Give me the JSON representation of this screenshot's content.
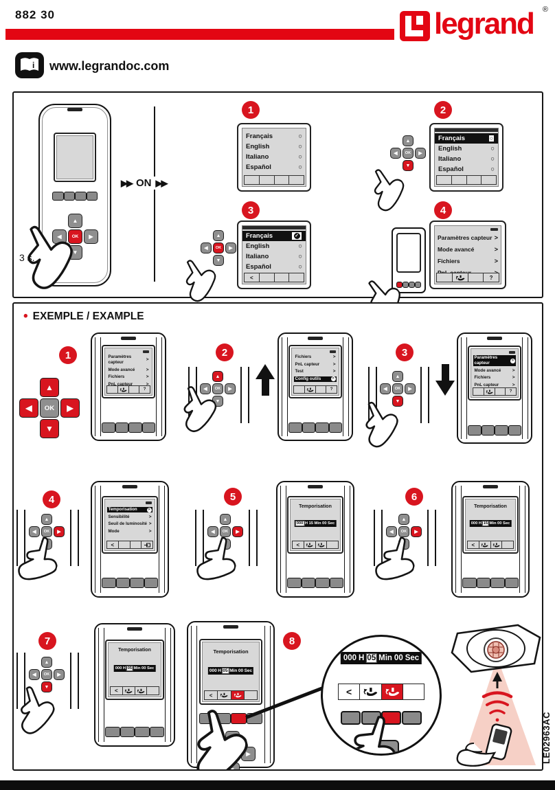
{
  "meta": {
    "product_ref": "882 30",
    "brand": "legrand",
    "registered": "®",
    "website": "www.legrandoc.com",
    "doc_code": "LE02963AC"
  },
  "labels": {
    "hold_time": "3 s.",
    "on": "ON",
    "bullet": "•",
    "example_title": "EXEMPLE / EXAMPLE"
  },
  "icons": {
    "up": "▲",
    "down": "▼",
    "left": "◀",
    "right": "▶",
    "ok": "OK",
    "back": "<",
    "menu_arrow": ">",
    "question": "?",
    "radio": "○",
    "check": "✓",
    "info": "i",
    "fast_forward": "▶▶"
  },
  "step_numbers": [
    "1",
    "2",
    "3",
    "4",
    "5",
    "6",
    "7",
    "8"
  ],
  "languages": [
    "Français",
    "English",
    "Italiano",
    "Español"
  ],
  "menus": {
    "main": [
      "Paramètres capteur",
      "Mode avancé",
      "Fichiers",
      "PnL capteur"
    ],
    "tools": [
      "Fichiers",
      "PnL capteur",
      "Test",
      "Config outils"
    ],
    "sensor_settings": [
      "Temporisation",
      "Sensibilité",
      "Seuil de luminosité",
      "Mode"
    ]
  },
  "timer": {
    "title": "Temporisation",
    "value_15": [
      "000",
      "H",
      "15",
      "Min",
      "00",
      "Sec"
    ],
    "value_05": [
      "000",
      "H",
      "05",
      "Min",
      "00",
      "Sec"
    ],
    "selected_step5": "000",
    "selected_step6": "15",
    "selected_step7": "05",
    "selected_step8": "05"
  },
  "colors": {
    "brand_red": "#e30613",
    "key_red": "#d8151f",
    "screen_gray": "#d8d8d8",
    "highlight_black": "#111111",
    "beam_pink": "#f6d0c6"
  }
}
